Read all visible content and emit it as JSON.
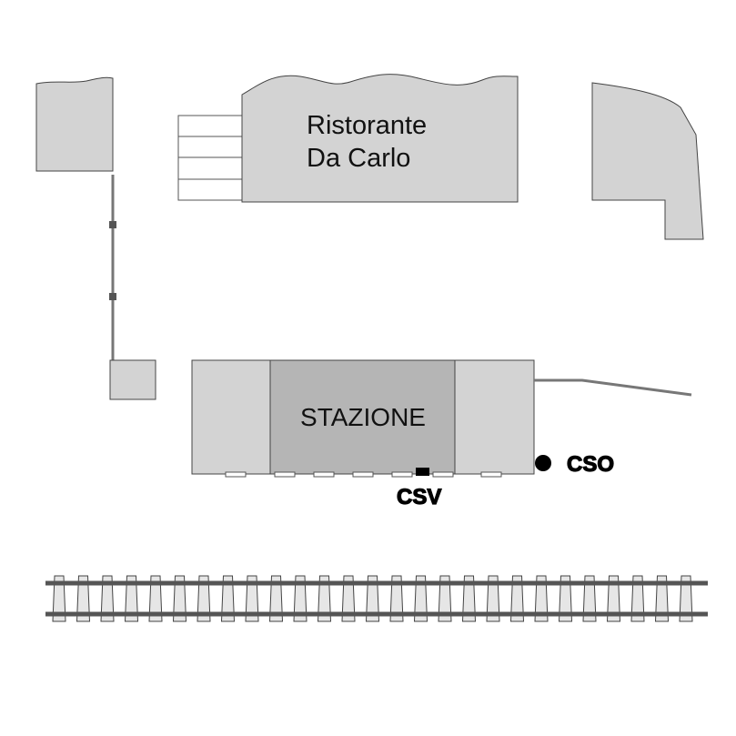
{
  "map": {
    "restaurant": {
      "line1": "Ristorante",
      "line2": "Da Carlo"
    },
    "station": {
      "label": "STAZIONE"
    },
    "markers": {
      "csv": "CSV",
      "cso": "CSO"
    },
    "colors": {
      "building": "#d3d3d3",
      "station_center": "#b5b5b5",
      "outline": "#444444",
      "rail": "#555555",
      "sleeper": "#e6e6e6"
    }
  }
}
